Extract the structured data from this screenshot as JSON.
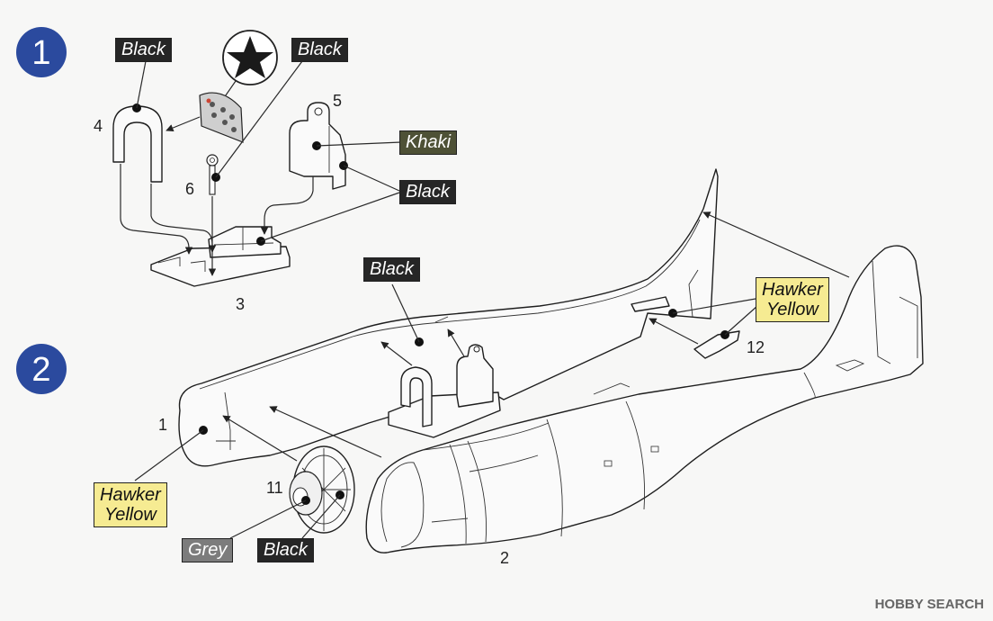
{
  "steps": [
    "1",
    "2"
  ],
  "part_numbers": {
    "p1": "1",
    "p2": "2",
    "p3": "3",
    "p4": "4",
    "p5": "5",
    "p6": "6",
    "p11": "11",
    "p12": "12"
  },
  "color_labels": {
    "black_seat_back": "Black",
    "black_rod": "Black",
    "black_step2_seat": "Black",
    "khaki": "Khaki",
    "black_headrest_side": "Black",
    "hawker_yellow_tail_l1": "Hawker",
    "hawker_yellow_tail_l2": "Yellow",
    "hawker_yellow_front_l1": "Hawker",
    "hawker_yellow_front_l2": "Yellow",
    "grey": "Grey",
    "black_engine": "Black"
  },
  "watermark": "HOBBY SEARCH",
  "colors": {
    "step_badge": "#2b4a9e",
    "black": "#262626",
    "khaki": "#4e5136",
    "grey": "#7c7c7c",
    "hawker_yellow": "#f6eb92"
  },
  "icons": [
    "star-roundel-icon",
    "arrow-icon"
  ]
}
